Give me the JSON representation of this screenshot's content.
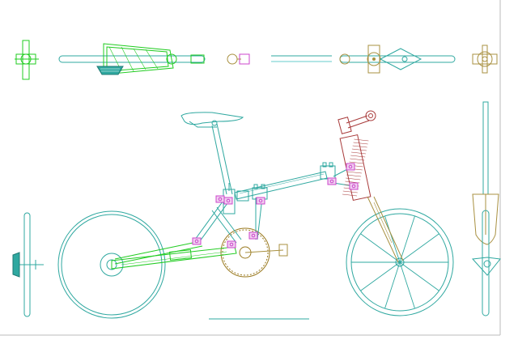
{
  "drawing": {
    "background": "#ffffff",
    "colors": {
      "frame": "#2fa8a0",
      "frame_light": "#66cccc",
      "fork_gold": "#a89040",
      "chainring": "#9a7a20",
      "green": "#22cc22",
      "joint_magenta": "#cc44cc",
      "joint_fill": "#f0d0f0",
      "stem_red": "#a83a3a",
      "border_gray": "#bbbbbb"
    },
    "views": [
      "side-view-bicycle",
      "top-view-rear-hub",
      "top-view-rear-triangle",
      "top-view-pedal",
      "top-view-line",
      "top-view-front-frame",
      "top-view-front-hub",
      "front-view-rear-wheel",
      "front-view-fork"
    ],
    "icons": [
      "gear-icon",
      "wheel-icon",
      "saddle-icon",
      "handlebar-icon"
    ]
  }
}
